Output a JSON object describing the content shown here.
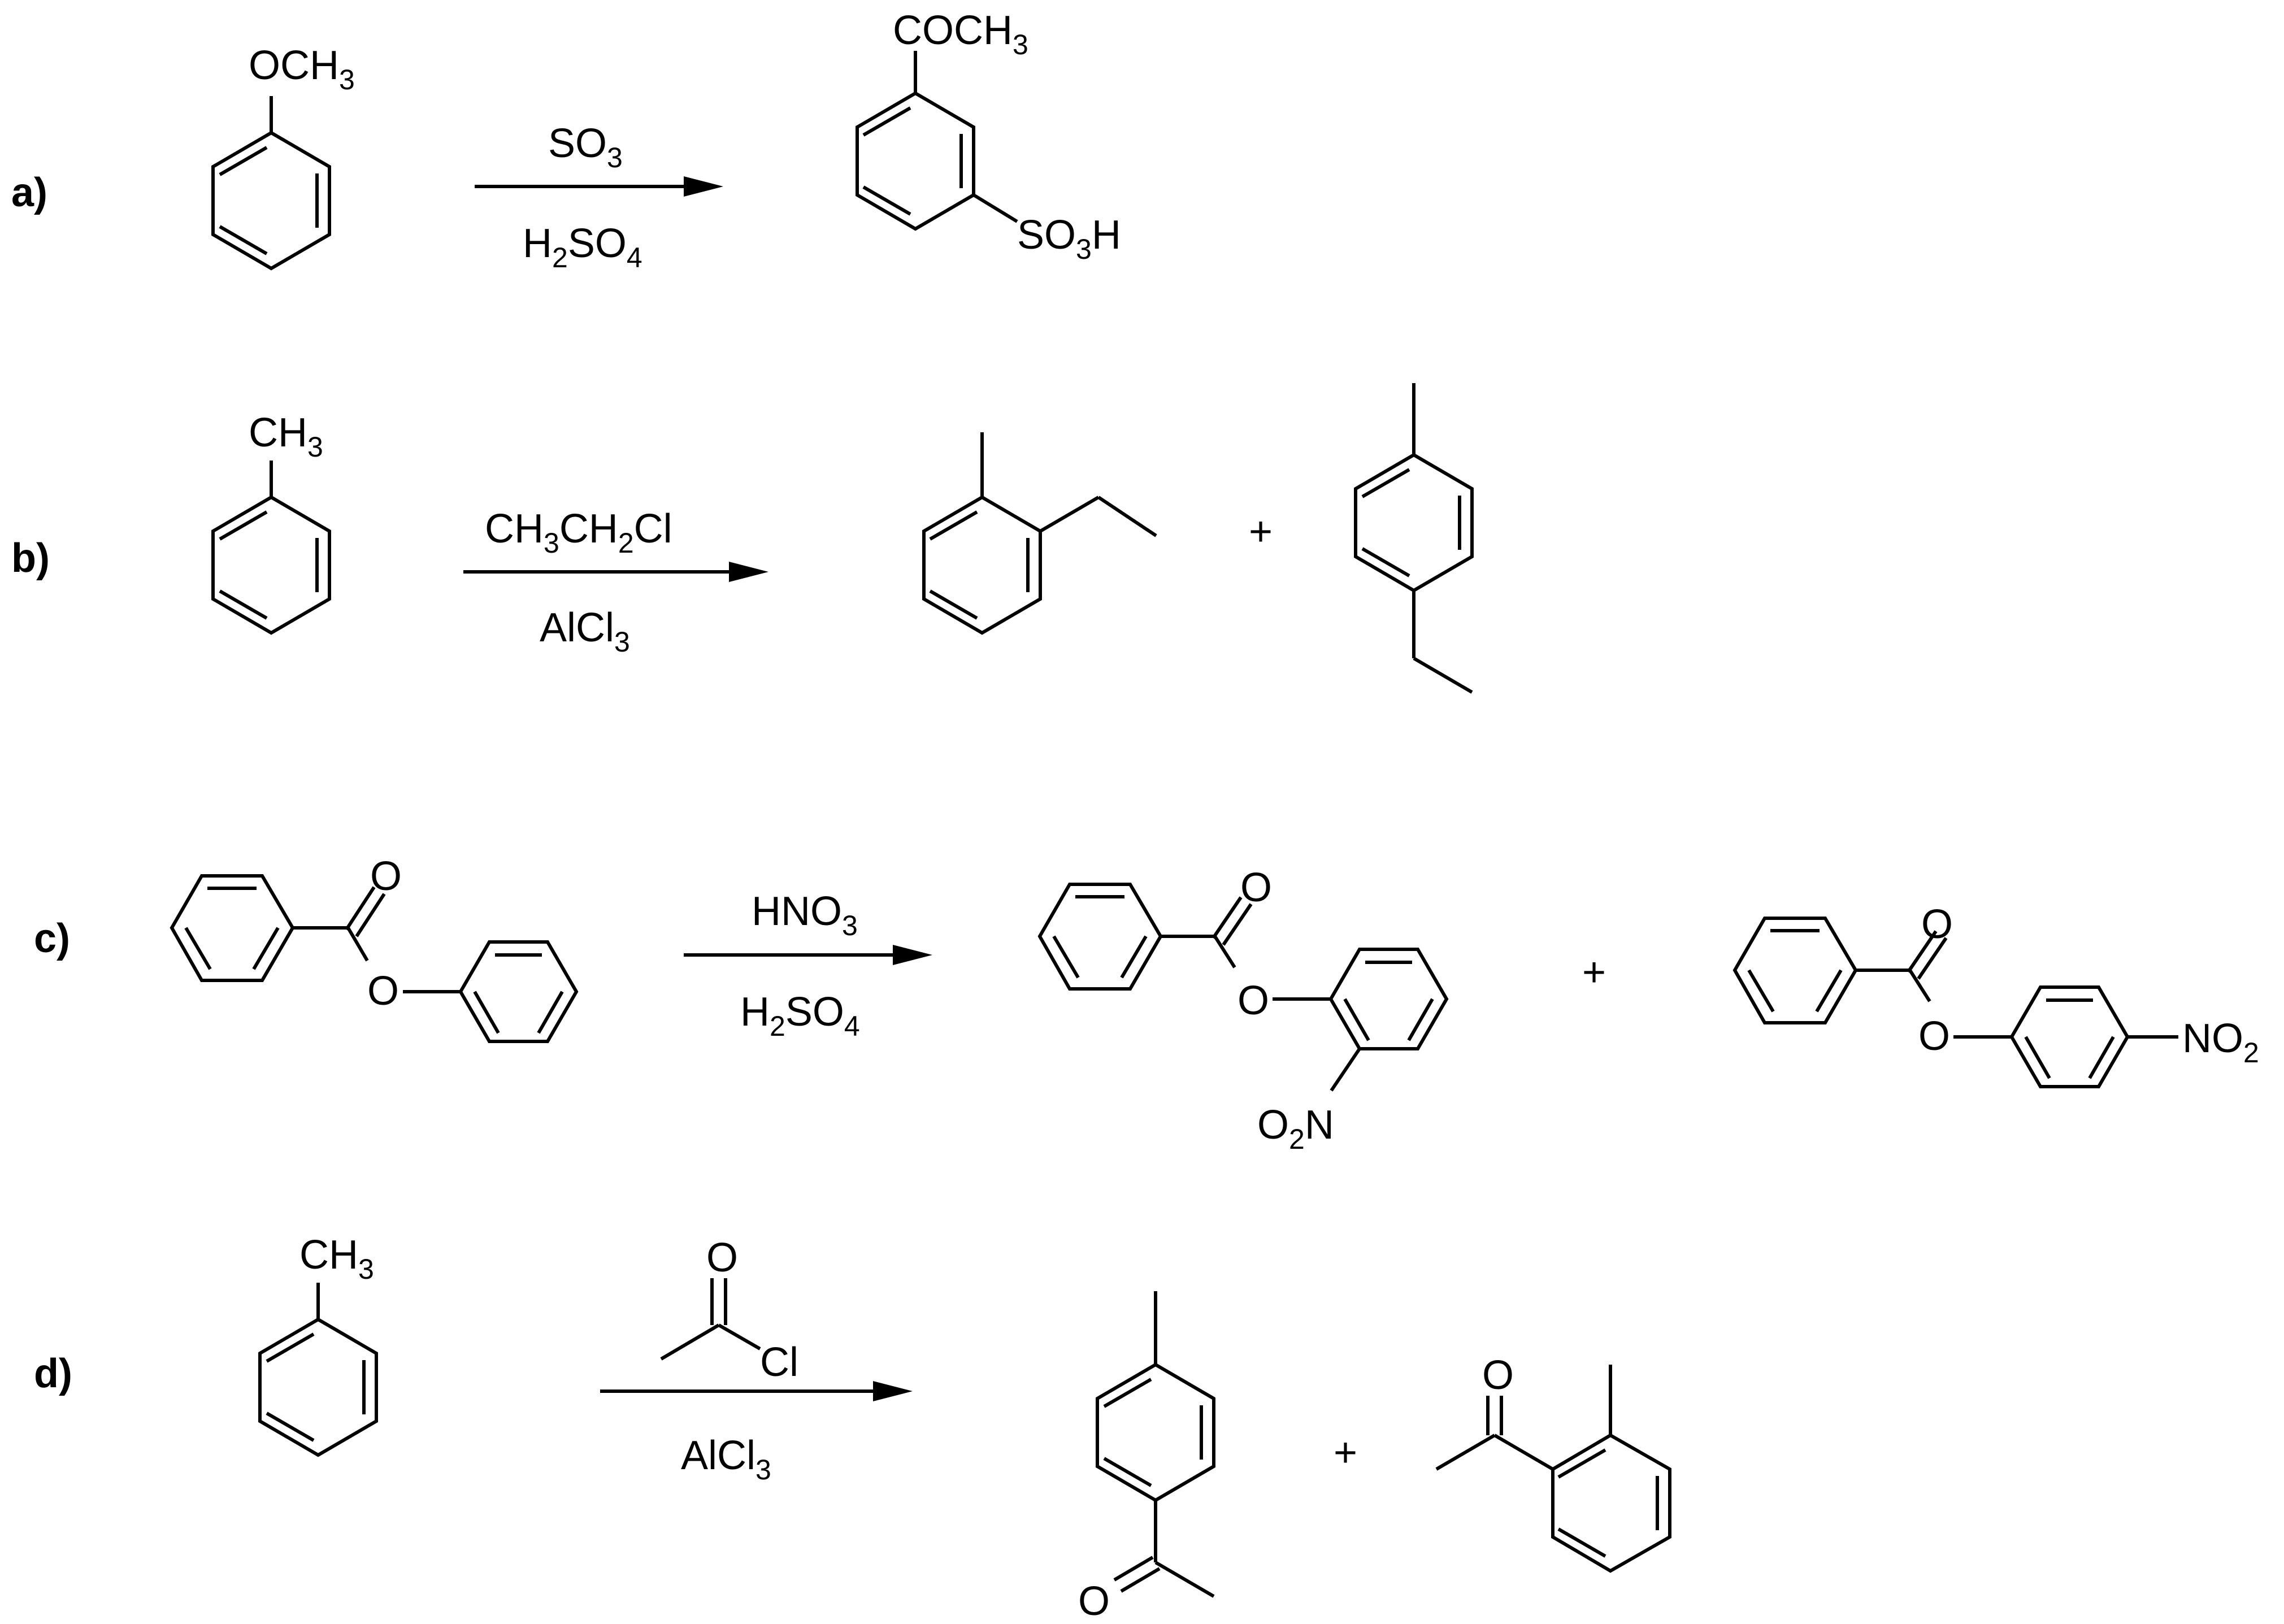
{
  "reactions": [
    {
      "label": "a)",
      "reagent_top": [
        "SO",
        "3",
        ""
      ],
      "reagent_bottom": [
        "H",
        "2",
        "SO",
        "4",
        ""
      ],
      "start": {
        "substituent": [
          "OCH",
          "3"
        ]
      },
      "products": [
        {
          "top": [
            "COCH",
            "3"
          ],
          "side": [
            "SO",
            "3",
            "H"
          ]
        }
      ]
    },
    {
      "label": "b)",
      "reagent_top": [
        "CH",
        "3",
        "CH",
        "2",
        "Cl"
      ],
      "reagent_bottom": [
        "AlCl",
        "3",
        ""
      ],
      "start": {
        "substituent": [
          "CH",
          "3"
        ]
      },
      "plus": "+"
    },
    {
      "label": "c)",
      "reagent_top": [
        "HNO",
        "3",
        ""
      ],
      "reagent_bottom": [
        "H",
        "2",
        "SO",
        "4",
        ""
      ],
      "atoms": {
        "O": "O"
      },
      "nitro_left": [
        "O",
        "2",
        "N"
      ],
      "nitro_right": [
        "NO",
        "2"
      ],
      "plus": "+"
    },
    {
      "label": "d)",
      "reagent_bottom": [
        "AlCl",
        "3",
        ""
      ],
      "start": {
        "substituent": [
          "CH",
          "3"
        ]
      },
      "acyl_chloride": {
        "O": "O",
        "Cl": "Cl"
      },
      "product_O": "O",
      "plus": "+"
    }
  ]
}
